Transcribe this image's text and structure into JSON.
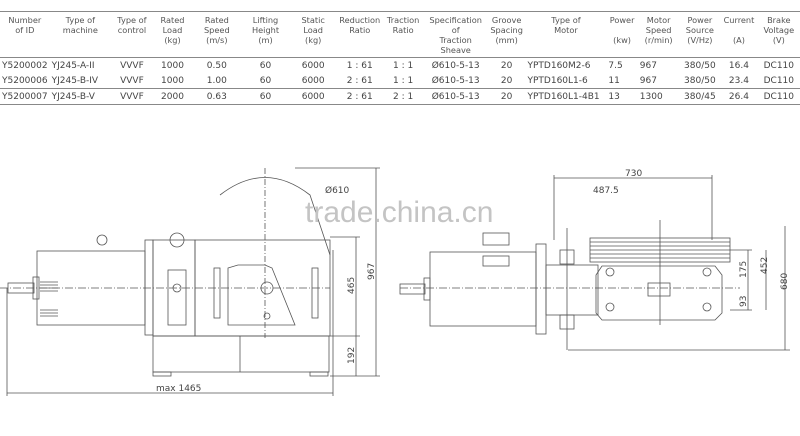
{
  "table": {
    "headers": [
      {
        "lines": [
          "Number",
          "of ID"
        ]
      },
      {
        "lines": [
          "Type of",
          "machine"
        ]
      },
      {
        "lines": [
          "Type of",
          "control"
        ]
      },
      {
        "lines": [
          "Rated",
          "Load",
          "(kg)"
        ]
      },
      {
        "lines": [
          "Rated",
          "Speed",
          "(m/s)"
        ]
      },
      {
        "lines": [
          "Lifting",
          "Height",
          "(m)"
        ]
      },
      {
        "lines": [
          "Static",
          "Load",
          "(kg)"
        ]
      },
      {
        "lines": [
          "Reduction",
          "Ratio"
        ]
      },
      {
        "lines": [
          "Traction",
          "Ratio"
        ]
      },
      {
        "lines": [
          "Specification of",
          "Traction Sheave"
        ]
      },
      {
        "lines": [
          "Groove",
          "Spacing",
          "(mm)"
        ]
      },
      {
        "lines": [
          "Type of",
          "Motor"
        ]
      },
      {
        "lines": [
          "Power",
          "",
          "(kw)"
        ]
      },
      {
        "lines": [
          "Motor",
          "Speed",
          "(r/min)"
        ]
      },
      {
        "lines": [
          "Power",
          "Source",
          "(V/Hz)"
        ]
      },
      {
        "lines": [
          "Current",
          "",
          "(A)"
        ]
      },
      {
        "lines": [
          "Brake",
          "Voltage",
          "(V)"
        ]
      }
    ],
    "rows": [
      [
        "Y5200002",
        "YJ245-A-II",
        "VVVF",
        "1000",
        "0.50",
        "60",
        "6000",
        "1 : 61",
        "1 : 1",
        "Ø610-5-13",
        "20",
        "YPTD160M2-6",
        "7.5",
        "967",
        "380/50",
        "16.4",
        "DC110"
      ],
      [
        "Y5200006",
        "YJ245-B-IV",
        "VVVF",
        "1000",
        "1.00",
        "60",
        "6000",
        "2 : 61",
        "1 : 1",
        "Ø610-5-13",
        "20",
        "YPTD160L1-6",
        "11",
        "967",
        "380/50",
        "23.4",
        "DC110"
      ],
      [
        "Y5200007",
        "YJ245-B-V",
        "VVVF",
        "2000",
        "0.63",
        "60",
        "6000",
        "2 : 61",
        "2 : 1",
        "Ø610-5-13",
        "20",
        "YPTD160L1-4B1",
        "13",
        "1300",
        "380/45",
        "26.4",
        "DC110"
      ]
    ]
  },
  "drawing_front": {
    "sheave_diameter": "Ø610",
    "height_total": "967",
    "height_center": "465",
    "height_base": "192",
    "length_max": "max 1465"
  },
  "drawing_side": {
    "width_total": "730",
    "width_offset": "487.5",
    "height_total": "680",
    "height_452": "452",
    "height_175": "175",
    "height_93": "93"
  },
  "watermark": "trade.china.cn"
}
